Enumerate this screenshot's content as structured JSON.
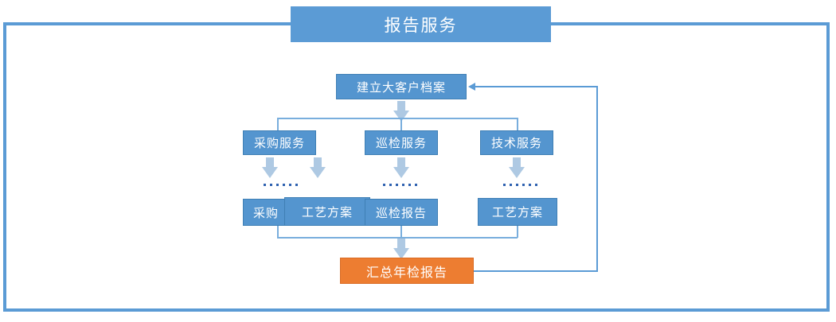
{
  "diagram": {
    "title": "报告服务",
    "top_node": {
      "label": "建立大客户档案"
    },
    "service_nodes": [
      {
        "label": "采购服务"
      },
      {
        "label": "巡检服务"
      },
      {
        "label": "技术服务"
      }
    ],
    "output_nodes": [
      {
        "label": "采购"
      },
      {
        "label": "工艺方案"
      },
      {
        "label": "巡检报告"
      },
      {
        "label": "工艺方案"
      }
    ],
    "summary_node": {
      "label": "汇总年检报告"
    },
    "ellipsis_label": "......",
    "colors": {
      "frame": "#5b9bd5",
      "banner": "#5b9bd5",
      "node": "#5495cf",
      "node_border": "#3f7fb5",
      "summary": "#ed7d31",
      "summary_border": "#d96a22",
      "arrow": "#aec9e3",
      "connector": "#5b9bd5",
      "text": "#ffffff",
      "dot": "#2f62b0"
    }
  }
}
